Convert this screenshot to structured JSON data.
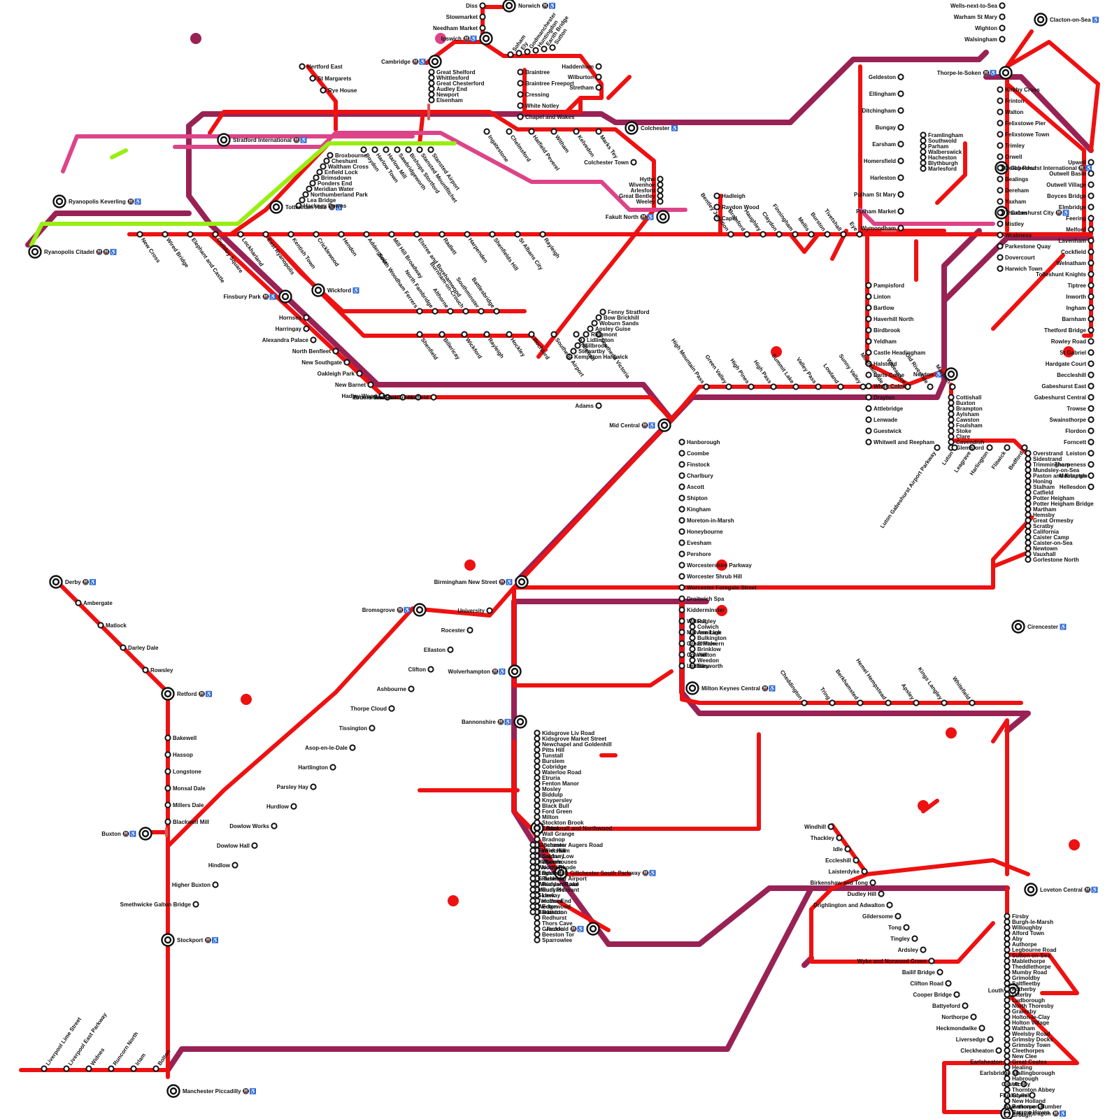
{
  "colors": {
    "main_line": "#ee1111",
    "regional_line": "#992255",
    "pink_line": "#dd4488",
    "green_line": "#99ee11",
    "transfer_link": "#dd5555"
  },
  "icons": {
    "accessible": "accessible-icon",
    "bus": "bus-icon",
    "metro": "metro-icon",
    "airport": "airport-icon",
    "ferry": "ferry-icon"
  },
  "hubs": [
    {
      "name": "Norwich",
      "icons": "🚇♿"
    },
    {
      "name": "Ipswich",
      "icons": "🚇♿"
    },
    {
      "name": "Cambridge",
      "icons": "🚇♿"
    },
    {
      "name": "Stratford International",
      "icons": "🚇♿"
    },
    {
      "name": "Ryanopolis Keverling",
      "icons": "🚇♿"
    },
    {
      "name": "Ryanopolis Citadel",
      "icons": "🚇🚇♿"
    },
    {
      "name": "Tottenham Hale",
      "icons": "🚇♿"
    },
    {
      "name": "Finsbury Park",
      "icons": "🚇♿"
    },
    {
      "name": "Wickford",
      "icons": "♿"
    },
    {
      "name": "Clacton-on-Sea",
      "icons": "♿"
    },
    {
      "name": "Thorpe-le-Soken",
      "icons": "🚇♿"
    },
    {
      "name": "Gabeshurst International",
      "icons": "🚇♿"
    },
    {
      "name": "Gabeshurst City",
      "icons": "🚇♿"
    },
    {
      "name": "Colchester",
      "icons": "♿"
    },
    {
      "name": "Fakult North",
      "icons": "🚇♿"
    },
    {
      "name": "Newton",
      "icons": "♿"
    },
    {
      "name": "Mid Central",
      "icons": "🚇♿"
    },
    {
      "name": "Birmingham New Street",
      "icons": "🚇♿"
    },
    {
      "name": "Bromsgrove",
      "icons": "🚇♿"
    },
    {
      "name": "Wolverhampton",
      "icons": "🚇♿"
    },
    {
      "name": "Bannonshire",
      "icons": "🚇♿"
    },
    {
      "name": "Milton Keynes Central",
      "icons": "🚇♿"
    },
    {
      "name": "Cirencester",
      "icons": "♿"
    },
    {
      "name": "Retford",
      "icons": "🚇♿"
    },
    {
      "name": "Buxton",
      "icons": "🚇♿"
    },
    {
      "name": "Stockport",
      "icons": "🚇♿"
    },
    {
      "name": "Manchester Piccadilly",
      "icons": "🚇♿"
    },
    {
      "name": "Loveton Central",
      "icons": "🚇♿"
    },
    {
      "name": "Louth",
      "icons": ""
    },
    {
      "name": "Hull Paragon",
      "icons": "🚇♿"
    },
    {
      "name": "Derby",
      "icons": "🚇♿"
    },
    {
      "name": "Gillchester South Parkway",
      "icons": "🚇♿"
    },
    {
      "name": "Jackfold",
      "icons": "🚇♿"
    },
    {
      "name": "Bucknall and Northwood",
      "icons": ""
    }
  ],
  "stations": {
    "norfolk_north": [
      "Diss",
      "Stowmarket",
      "Needham Market",
      "Wells-next-to-Sea",
      "Warham St Mary",
      "Wighton",
      "Walsingham"
    ],
    "cambridge_branch": [
      "Great Shelford",
      "Whittlesford",
      "Great Chesterford",
      "Audley End",
      "Newport",
      "Elsenham"
    ],
    "ely_line": [
      "Soham",
      "Ely",
      "Godmanchester",
      "Huntingdon",
      "Earith Bridge",
      "Sutton",
      "Haddenham",
      "Wilburton",
      "Stretham"
    ],
    "braintree_branch": [
      "Braintree",
      "Braintree Freeport",
      "Cressing",
      "White Notley",
      "Chapel and Wakes"
    ],
    "hertford_branch": [
      "Hertford East",
      "St Margarets",
      "Rye House"
    ],
    "lea_valley": [
      "Broxbourne",
      "Cheshunt",
      "Waltham Cross",
      "Enfield Lock",
      "Brimsdown",
      "Ponders End",
      "Meridian Water",
      "Northumberland Park",
      "Lea Bridge",
      "Hackney Downs"
    ],
    "stansted_line": [
      "Roydon",
      "Harlow Town",
      "Harlow Mill",
      "Sawbridgeworth",
      "Bishops Stortford",
      "Stansted Mountfitchet",
      "Stansted Airport"
    ],
    "mainline_east": [
      "Ingatestone",
      "Chelmsford",
      "Hatfield Peverel",
      "Witham",
      "Kelvedon",
      "Marks Tey"
    ],
    "colchester_branch": [
      "Colchester Town",
      "Hythe",
      "Wivenhoe",
      "Arlesford",
      "Great Bentley",
      "Weeley"
    ],
    "southend_line": [
      "Shenfield",
      "Billericay",
      "Wickford",
      "Rayleigh",
      "Hockley",
      "Rochford",
      "Southend Airport",
      "Prittlewell",
      "Southend Victoria"
    ],
    "crossrail_core": [
      "New Cross",
      "Wired Bridge",
      "Elephant and Castle",
      "Guildoy Square",
      "Lockharland",
      "East Ryanopolis",
      "Kentish Town",
      "Cricklewood",
      "Hendon",
      "Addergoole",
      "Mill Hill Broadway",
      "Elstree and Borehamwood",
      "Radlett",
      "Harpenden",
      "Shenfields Hill",
      "St Albans City",
      "Rayleigh"
    ],
    "crouch_valley": [
      "South Woodham Ferrers",
      "North Fambridge",
      "Althorne",
      "Burnham-on-Crouch",
      "Southminster",
      "Battlesbridge"
    ],
    "great_northern": [
      "Hornsea",
      "Harringay",
      "Alexandra Palace",
      "North Benfleet",
      "New Southgate",
      "Oakleigh Park",
      "New Barnet",
      "Hadley Wood",
      "Potters Bar",
      "Brookmans Park",
      "Welham Green",
      "Hatfield",
      "Adams"
    ],
    "bedford_branch": [
      "Fenny Stratford",
      "Bow Brickhill",
      "Woburn Sands",
      "Apsley Guise",
      "Ridgmont",
      "Lidlington",
      "Millbrook",
      "Stewartby",
      "Kempston Hardwick"
    ],
    "east_suffolk": [
      "Hadleigh",
      "Raydon Wood",
      "Capel",
      "Bentley Junction",
      "Bramford",
      "Haughley",
      "Claydon",
      "Finningham",
      "Mellis",
      "Burston",
      "Tivetshall",
      "Eye"
    ],
    "mid_norfolk": [
      "Geldeston",
      "Ellingham",
      "Ditchingham",
      "Bungay",
      "Earsham",
      "Homersfield",
      "Harleston",
      "Pulham St Mary",
      "Pulham Market",
      "Wymondham"
    ],
    "framlingham_branch": [
      "Framlingham",
      "Southwold",
      "Parham",
      "Walberswick",
      "Hacheston",
      "Blythburgh",
      "Marlesford"
    ],
    "felixstowe_branch": [
      "Kirkby Cross",
      "Frinton",
      "Walton",
      "Felixstowe Pier",
      "Felixstowe Town",
      "Trimley",
      "Orwell",
      "Derby Road",
      "Bealings",
      "Dereham",
      "Yaxham",
      "Thuxton",
      "Mistley",
      "Wrabness",
      "Parkestone Quay",
      "Dovercourt",
      "Harwich Town"
    ],
    "fenland": [
      "Upwell",
      "Outwell Basin",
      "Outwell Village",
      "Boyces Bridge",
      "Elmbridge",
      "Feering",
      "Melford",
      "Lavenham",
      "Cockfield",
      "Welnatham",
      "Tolleshunt Knights",
      "Tiptree",
      "Inworth",
      "Ingham",
      "Barnham",
      "Thetford Bridge",
      "Rowley Road",
      "St Gabriel",
      "Hardgate Court",
      "Beccleshill",
      "Gabeshurst East",
      "Gabeshurst Central",
      "Trowse",
      "Swainsthorpe",
      "Flordon",
      "Forncett",
      "Leiston",
      "Thorpeness",
      "Aldeburgh",
      "Hellesdon"
    ],
    "haverhill_line": [
      "Pampisford",
      "Linton",
      "Bartlow",
      "Haverhill North",
      "Birdbrook",
      "Yeldham",
      "Castle Headingham",
      "Halstead",
      "Earls Colne",
      "White Colne",
      "Drayton",
      "Attlebridge",
      "Lenwade",
      "Guestwick",
      "Whitwell and Reepham"
    ],
    "stour_valley": [
      "Cottishall",
      "Buxton",
      "Brampton",
      "Aylsham",
      "Cawston",
      "Foulsham",
      "Stoke",
      "Clare",
      "Cavendish",
      "Glemsford"
    ],
    "great_yarmouth": [
      "Overstrand",
      "Sidestrand",
      "Trimmingham",
      "Mundsley-on-Sea",
      "Paston and Knapton",
      "Honing",
      "Stalham",
      "Catfield",
      "Potter Heigham",
      "Potter Heigham Bridge",
      "Martham",
      "Hemsby",
      "Great Ormesby",
      "Scratby",
      "California",
      "Caister Camp",
      "Caister-on-Sea",
      "Newtown",
      "Vauxhall",
      "Gorlestone North"
    ],
    "luton_line": [
      "Luton Gabeshurst Airport Parkway",
      "Luton",
      "Leagrave",
      "Harlington",
      "Flitwick",
      "Bedford"
    ],
    "west_coast": [
      "High Mountain Pass",
      "Green Valley",
      "High Pines",
      "High Pass",
      "Summit Lake",
      "Valley Pass",
      "Lowland",
      "Sunny Valley",
      "Mountainside",
      "Wideapace",
      "Old Riverside",
      "Marston"
    ],
    "cotswold": [
      "Hanborough",
      "Coombe",
      "Finstock",
      "Charlbury",
      "Ascott",
      "Shipton",
      "Kingham",
      "Moreton-in-Marsh",
      "Honeybourne",
      "Evesham",
      "Pershore",
      "Worcestershire Parkway",
      "Worcester Shrub Hill",
      "Worcester Foregate Street",
      "Droitwich Spa",
      "Kidderminster",
      "Walsall",
      "Malvern Link",
      "Great Malvern",
      "Colwall",
      "Ledbury"
    ],
    "trent_valley": [
      "Rugley",
      "Colwich",
      "Armitage",
      "Bulkington",
      "Shilton",
      "Brinklow",
      "Welton",
      "Weedon",
      "Blisworth"
    ],
    "wcml_south": [
      "Cheddington",
      "Tring",
      "Berkhamsted",
      "Hemel Hempstead",
      "Apsley",
      "Kings Langley",
      "Whitefield"
    ],
    "cross_country": [
      "University",
      "Rocester",
      "Ellaston",
      "Clifton",
      "Ashbourne",
      "Thorpe Cloud",
      "Tissington",
      "Asop-en-le-Dale",
      "Hartlington",
      "Parsley Hay",
      "Hurdlow",
      "Dowlow Works",
      "Dowlow Hall",
      "Hindlow",
      "Higher Buxton",
      "Smethwicke Galton Bridge"
    ],
    "peak_line": [
      "Ambergate",
      "Matlock",
      "Darley Dale",
      "Rowsley",
      "Bakewell",
      "Hassop",
      "Longstone",
      "Monsal Dale",
      "Millers Dale",
      "Blackwell Mill"
    ],
    "liverpool_line": [
      "Liverpool Lime Street",
      "Liverpool East Parkway",
      "Widnes",
      "Runcorn North",
      "Irlam",
      "Bolton"
    ],
    "potteries": [
      "Kidsgrove Liv Road",
      "Kidsgrove Market Street",
      "Newchapel and Goldenhill",
      "Pitts Hill",
      "Tunstall",
      "Burslem",
      "Cobridge",
      "Waterloo Road",
      "Etruria",
      "Fenton Manor",
      "Mosley",
      "Biddulp",
      "Knypersley",
      "Black Bull",
      "Ford Green",
      "Milton",
      "Stockton Brook",
      "Endon",
      "Wall Grange",
      "Bradnop",
      "Ipstones",
      "Wink Hill",
      "Caldon Low",
      "Waterhouses",
      "North Rhode",
      "Bosley",
      "Rushton",
      "Rudyard Lake",
      "Rudyard",
      "Leek",
      "Hulme End",
      "Ecton",
      "Butterton",
      "Redhurst",
      "Thors Cave",
      "Grindon",
      "Beeston Tor",
      "Sparrowlee"
    ],
    "gillchester": [
      "Gillchester Augers Road",
      "Ferrietsham",
      "Kongbury",
      "Hallicorn",
      "Woodtrim",
      "Englebatch",
      "Gillchester Airport",
      "Whieldon Road",
      "Mount Pleasant",
      "Sideway",
      "Trentham",
      "Wedgewood",
      "Barlaston"
    ],
    "yorkshire": [
      "Windhill",
      "Thackley",
      "Idle",
      "Eccleshill",
      "Laisterdyke",
      "Birkenshaw and Tong",
      "Dudley Hill",
      "Drighlington and Adwalton",
      "Gildersome",
      "Tong",
      "Tingley",
      "Ardsley",
      "Wyke and Norwood Green",
      "Bailif Bridge",
      "Clifton Road",
      "Cooper Bridge",
      "Battyeford",
      "Northorpe",
      "Heckmondwike",
      "Liversedge",
      "Cleckheaton",
      "Earlsheaton",
      "Earlsbridge",
      "Ossett",
      "Flushdyke",
      "Alverthorpe"
    ],
    "lincolnshire": [
      "Firsby",
      "Burgh-le-Marsh",
      "Willoughby",
      "Alford Town",
      "Aby",
      "Authorpe",
      "Legbourne Road",
      "Sutton-on-Sea",
      "Mablethorpe",
      "Theddlethorpe",
      "Mumby Road",
      "Grimoldby",
      "Saltfleetby",
      "Fotherby",
      "Utterby",
      "Ludborough",
      "North Thoresby",
      "Grainsby",
      "Holton-le-Clay",
      "Holton Village",
      "Waltham",
      "Weelsby Road",
      "Grimsby Docks",
      "Grimsby Town",
      "Cleethorpes",
      "New Clee",
      "Great Coates",
      "Healing",
      "Stallingborough",
      "Habrough",
      "Ulceby",
      "Thornton Abbey",
      "Goxhill",
      "New Holland",
      "Barton-on-Humber",
      "Barrow Haven",
      "Brough"
    ]
  }
}
